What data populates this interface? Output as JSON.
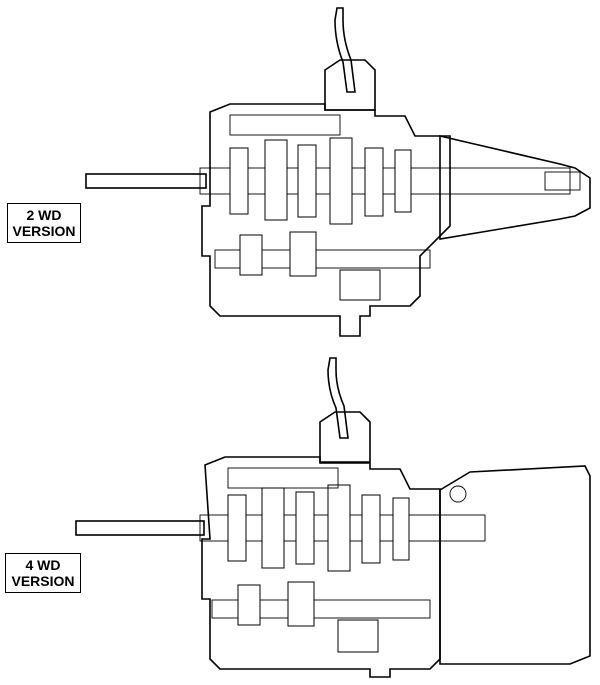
{
  "labels": {
    "two_wd": {
      "line1": "2 WD",
      "line2": "VERSION"
    },
    "four_wd": {
      "line1": "4 WD",
      "line2": "VERSION"
    }
  }
}
